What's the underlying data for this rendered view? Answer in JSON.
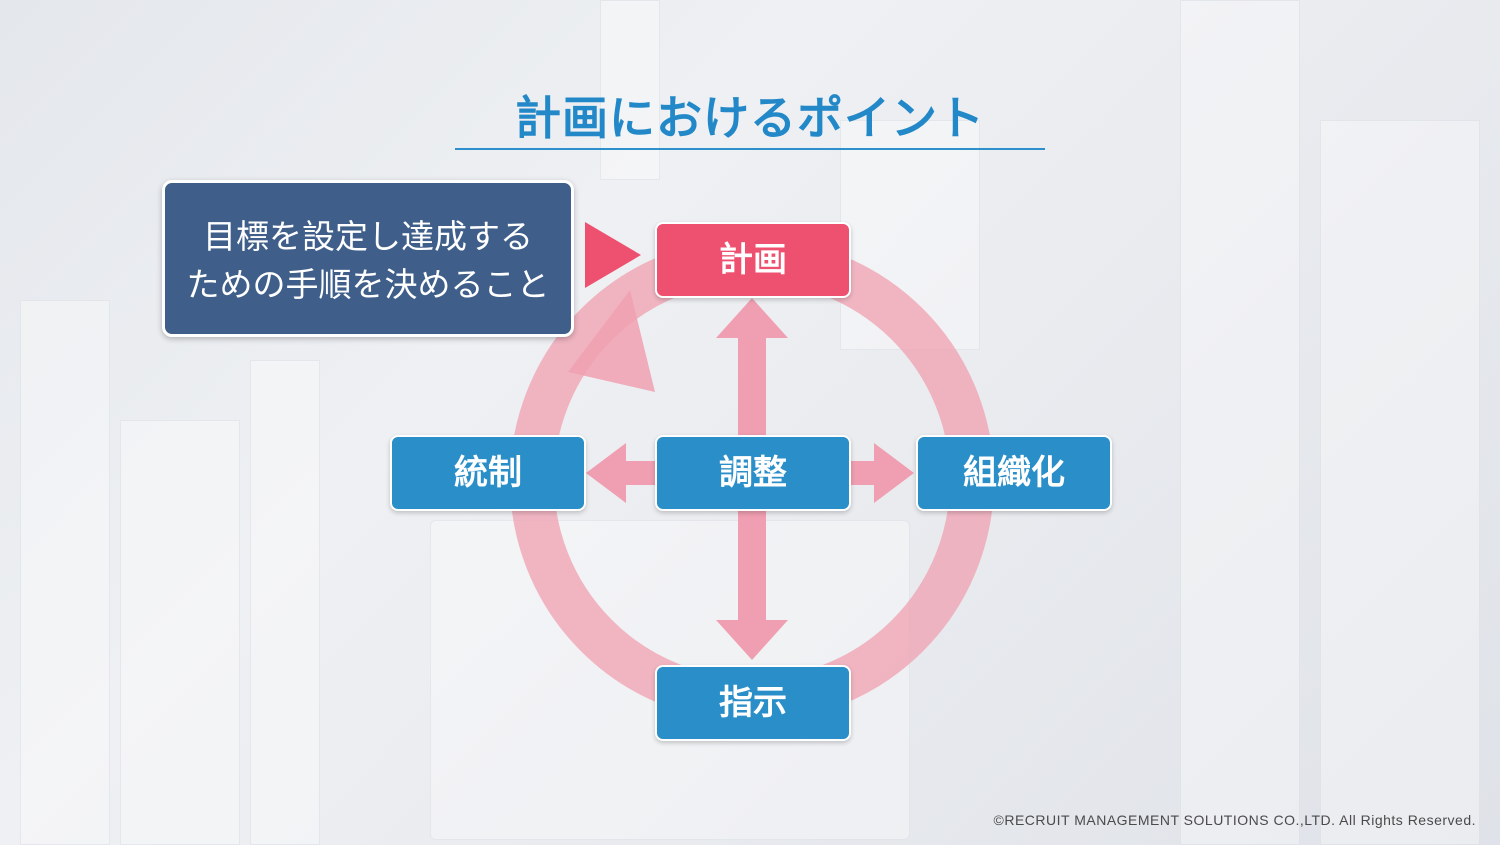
{
  "slide": {
    "title": "計画におけるポイント",
    "footer": "©RECRUIT MANAGEMENT SOLUTIONS CO.,LTD. All Rights Reserved."
  },
  "callout": {
    "line1": "目標を設定し達成する",
    "line2": "ための手順を決めること"
  },
  "nodes": {
    "top": "計画",
    "center": "調整",
    "left": "統制",
    "right": "組織化",
    "bottom": "指示"
  },
  "colors": {
    "title": "#2288c8",
    "callout_fill": "#3f5f8a",
    "highlight_node": "#ee5070",
    "node": "#2a8ec8",
    "cycle_ring": "#f0a0b0",
    "callout_pointer": "#ee5070"
  }
}
